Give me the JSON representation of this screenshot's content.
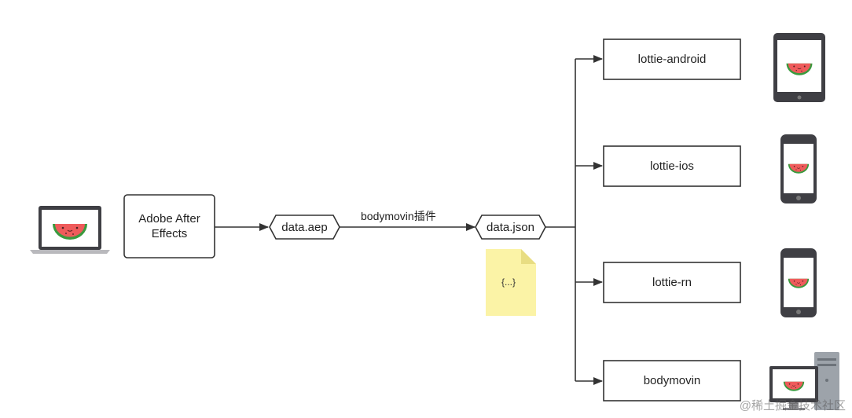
{
  "nodes": {
    "ae": "Adobe After Effects",
    "aep": "data.aep",
    "json": "data.json",
    "android": "lottie-android",
    "ios": "lottie-ios",
    "rn": "lottie-rn",
    "web": "bodymovin"
  },
  "edge_label": "bodymovin插件",
  "note": "{...}",
  "watermark": "@稀土掘金技术社区",
  "colors": {
    "stroke": "#333333",
    "note_fill": "#fbf3a6",
    "note_fold": "#e8dd82",
    "melon_rind": "#3a9a3e",
    "melon_flesh": "#ef5b5b",
    "device_body": "#3f3f44"
  },
  "icons": [
    "laptop-icon",
    "tablet-icon",
    "phone-icon",
    "desktop-icon",
    "watermelon-icon"
  ]
}
